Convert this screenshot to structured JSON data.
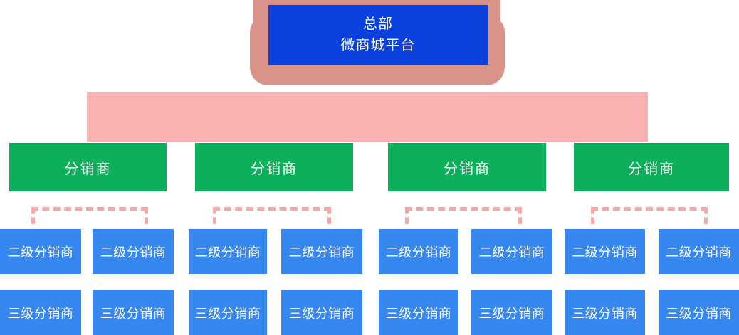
{
  "org": {
    "root": {
      "title_line1": "总部",
      "title_line2": "微商城平台"
    },
    "level1_nodes": [
      "分销商",
      "分销商",
      "分销商",
      "分销商"
    ],
    "level2_nodes": [
      "二级分销商",
      "二级分销商",
      "二级分销商",
      "二级分销商",
      "二级分销商",
      "二级分销商",
      "二级分销商",
      "二级分销商"
    ],
    "level3_nodes": [
      "三级分销商",
      "三级分销商",
      "三级分销商",
      "三级分销商",
      "三级分销商",
      "三级分销商",
      "三级分销商",
      "三级分销商"
    ]
  },
  "colors": {
    "root_box": "#0A41DE",
    "root_halo": "#D9938B",
    "trunk_connector": "#FBB2B3",
    "bracket_dash": "#F7A7A5",
    "level1_box": "#0CB05B",
    "level2_box": "#3687EF",
    "level3_box": "#3687EF",
    "text": "#FFFFFF"
  }
}
